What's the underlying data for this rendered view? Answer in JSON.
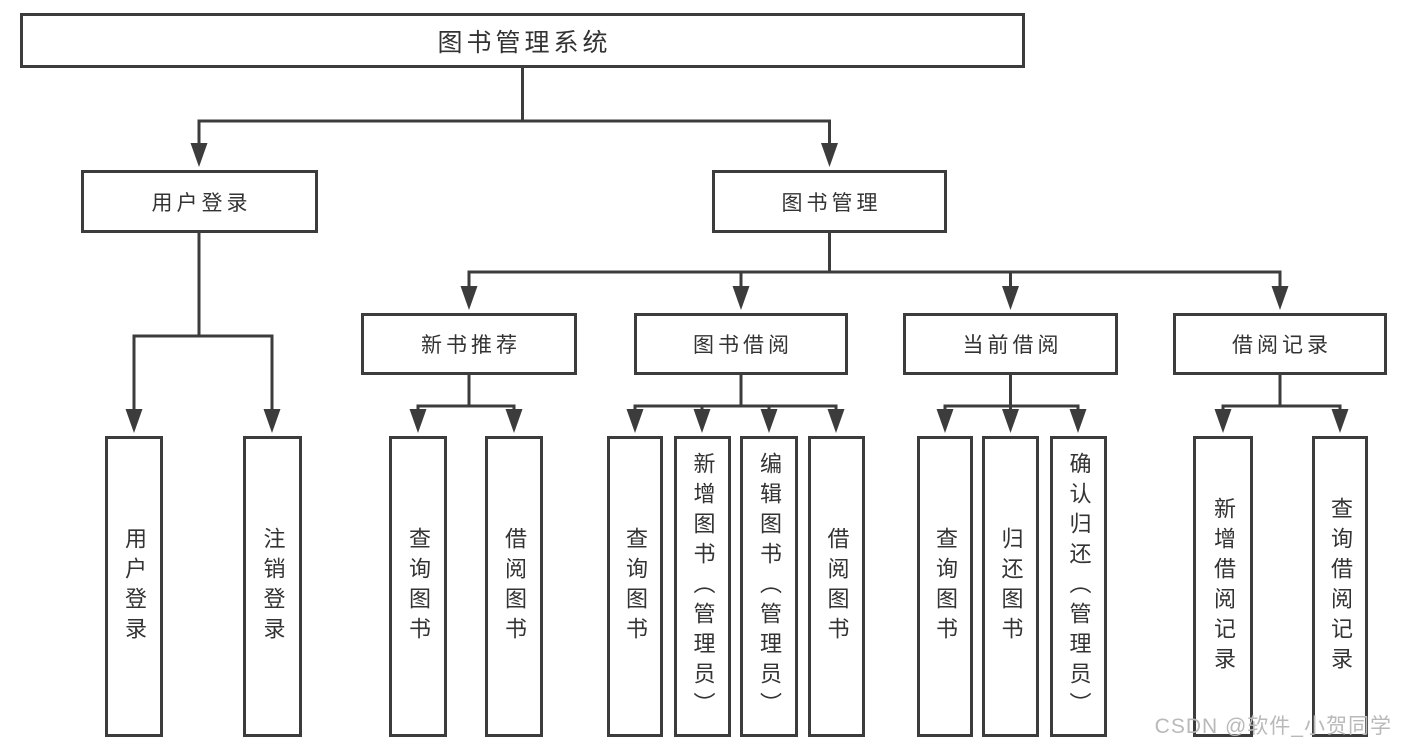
{
  "colors": {
    "line": "#3c3c3c",
    "text": "#333333",
    "box_bg": "#ffffff",
    "wm": "#b9b9b9"
  },
  "watermark": {
    "text": "CSDN @软件_小贺同学"
  },
  "tree": {
    "label": "图书管理系统",
    "children": [
      {
        "label": "用户登录",
        "children": [
          {
            "label": "用户登录"
          },
          {
            "label": "注销登录"
          }
        ]
      },
      {
        "label": "图书管理",
        "children": [
          {
            "label": "新书推荐",
            "children": [
              {
                "label": "查询图书"
              },
              {
                "label": "借阅图书"
              }
            ]
          },
          {
            "label": "图书借阅",
            "children": [
              {
                "label": "查询图书"
              },
              {
                "label": "新增图书（管理员）"
              },
              {
                "label": "编辑图书（管理员）"
              },
              {
                "label": "借阅图书"
              }
            ]
          },
          {
            "label": "当前借阅",
            "children": [
              {
                "label": "查询图书"
              },
              {
                "label": "归还图书"
              },
              {
                "label": "确认归还（管理员）"
              }
            ]
          },
          {
            "label": "借阅记录",
            "children": [
              {
                "label": "新增借阅记录"
              },
              {
                "label": "查询借阅记录"
              }
            ]
          }
        ]
      }
    ]
  }
}
